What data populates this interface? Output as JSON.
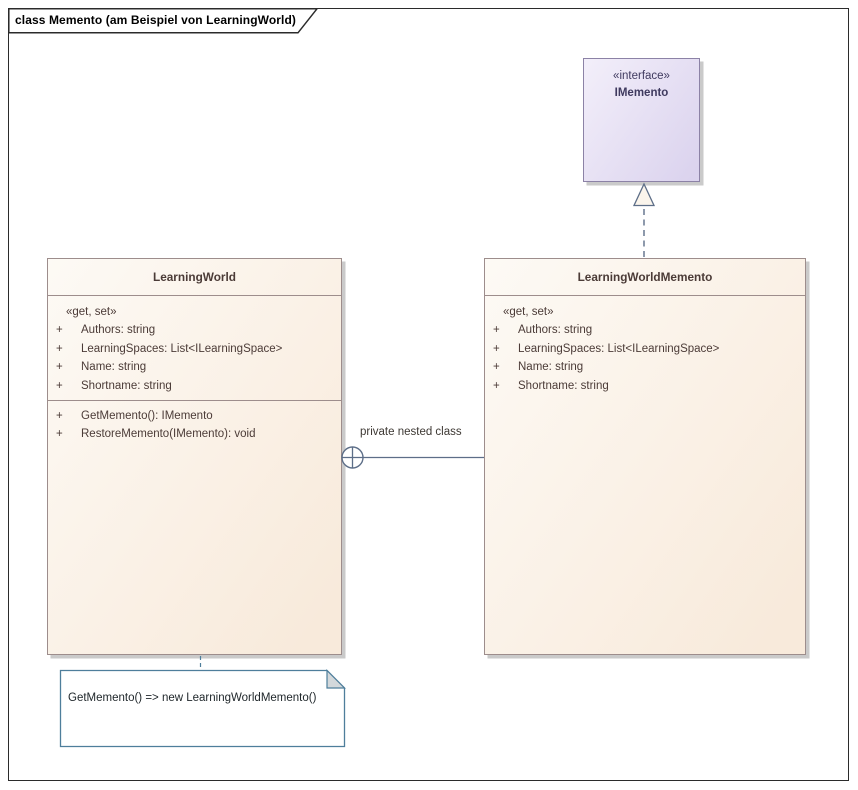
{
  "frame": {
    "label": "class Memento (am Beispiel von LearningWorld)"
  },
  "interface_box": {
    "stereotype": "«interface»",
    "name": "IMemento"
  },
  "classes": [
    {
      "name": "LearningWorld",
      "stereotype_row": "«get, set»",
      "attributes": [
        {
          "vis": "+",
          "text": "Authors: string"
        },
        {
          "vis": "+",
          "text": "LearningSpaces: List<ILearningSpace>"
        },
        {
          "vis": "+",
          "text": "Name: string"
        },
        {
          "vis": "+",
          "text": "Shortname: string"
        }
      ],
      "methods": [
        {
          "vis": "+",
          "text": "GetMemento(): IMemento"
        },
        {
          "vis": "+",
          "text": "RestoreMemento(IMemento): void"
        }
      ]
    },
    {
      "name": "LearningWorldMemento",
      "stereotype_row": "«get, set»",
      "attributes": [
        {
          "vis": "+",
          "text": "Authors: string"
        },
        {
          "vis": "+",
          "text": "LearningSpaces: List<ILearningSpace>"
        },
        {
          "vis": "+",
          "text": "Name: string"
        },
        {
          "vis": "+",
          "text": "Shortname: string"
        }
      ],
      "methods": []
    }
  ],
  "connectors": {
    "nesting_label": "private nested class",
    "realization": "LearningWorldMemento realizes IMemento"
  },
  "note": {
    "text": "GetMemento() => new LearningWorldMemento()"
  },
  "colors": {
    "frame_border": "#2b2b2b",
    "class_fill_start": "#fdfaf5",
    "class_fill_end": "#f8eadb",
    "class_border": "#9d8d8c",
    "class_text": "#4b3b37",
    "interface_fill_start": "#f3effa",
    "interface_fill_end": "#dbd3ee",
    "interface_border": "#8c82a6",
    "interface_text": "#3f3a5f",
    "connector": "#5d6e88",
    "note_border": "#4e7e9b",
    "note_fold": "#d3d8db",
    "shadow": "#cacaca"
  }
}
